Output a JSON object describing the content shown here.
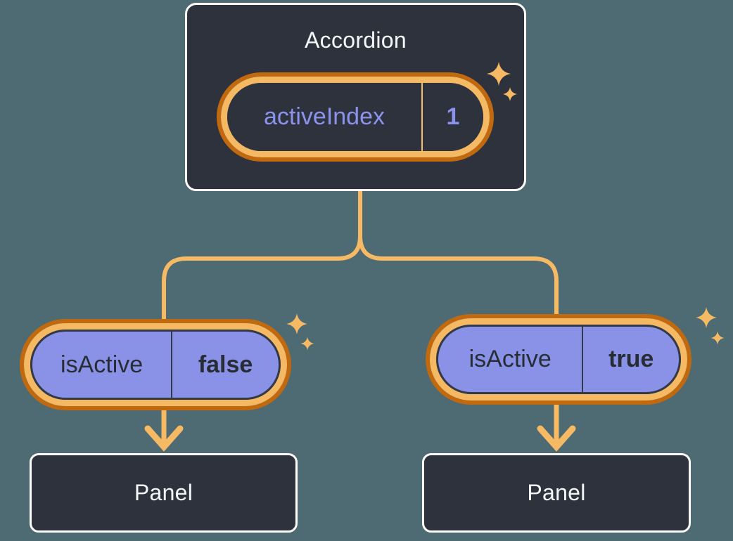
{
  "diagram": {
    "root": {
      "title": "Accordion",
      "state": {
        "name": "activeIndex",
        "value": "1"
      }
    },
    "children": [
      {
        "prop": {
          "name": "isActive",
          "value": "false"
        },
        "panel": {
          "title": "Panel"
        }
      },
      {
        "prop": {
          "name": "isActive",
          "value": "true"
        },
        "panel": {
          "title": "Panel"
        }
      }
    ]
  },
  "icons": {
    "sparkle": "four-point-star",
    "connector_arrow": "chevron-down-arrow"
  },
  "colors": {
    "bg": "#4E6A72",
    "boxFill": "#2E323C",
    "boxBorder": "#FFFFFF",
    "ringOuter": "#C0690F",
    "ringInner": "#F5B863",
    "line": "#F6BA64",
    "purpleFill": "#8A92E8",
    "coreBorder": "#333946",
    "textLight": "#F6F7F9",
    "textDark": "#282D35",
    "purpleText": "#8B93EC",
    "dividerLight": "#F7BE69"
  }
}
